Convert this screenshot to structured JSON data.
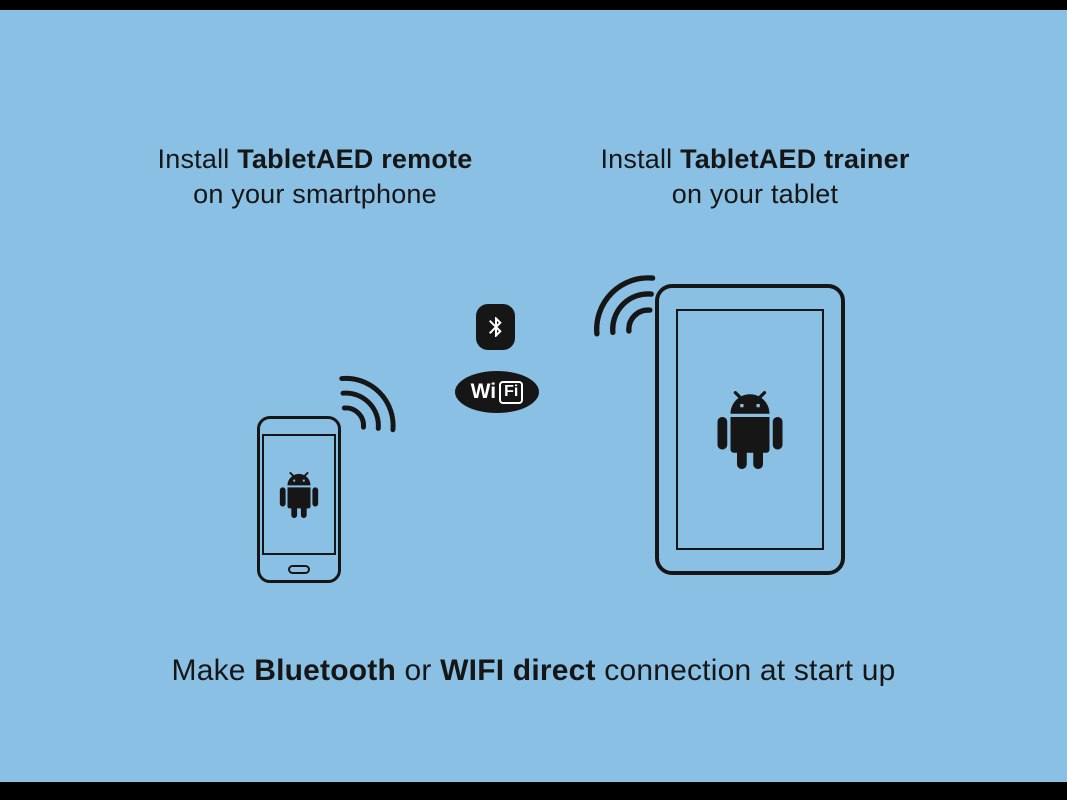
{
  "colors": {
    "background": "#8BC0E5",
    "ink": "#161616",
    "letterbox": "#000000"
  },
  "captions": {
    "left": {
      "prefix": "Install ",
      "bold": "TabletAED remote",
      "line2": "on your smartphone"
    },
    "right": {
      "prefix": "Install ",
      "bold": "TabletAED trainer",
      "line2": "on your tablet"
    },
    "bottom": {
      "p1": "Make ",
      "b1": "Bluetooth",
      "p2": " or ",
      "b2": "WIFI direct",
      "p3": " connection at start up"
    }
  },
  "wifi_logo": {
    "wi": "Wi",
    "fi": "Fi"
  }
}
